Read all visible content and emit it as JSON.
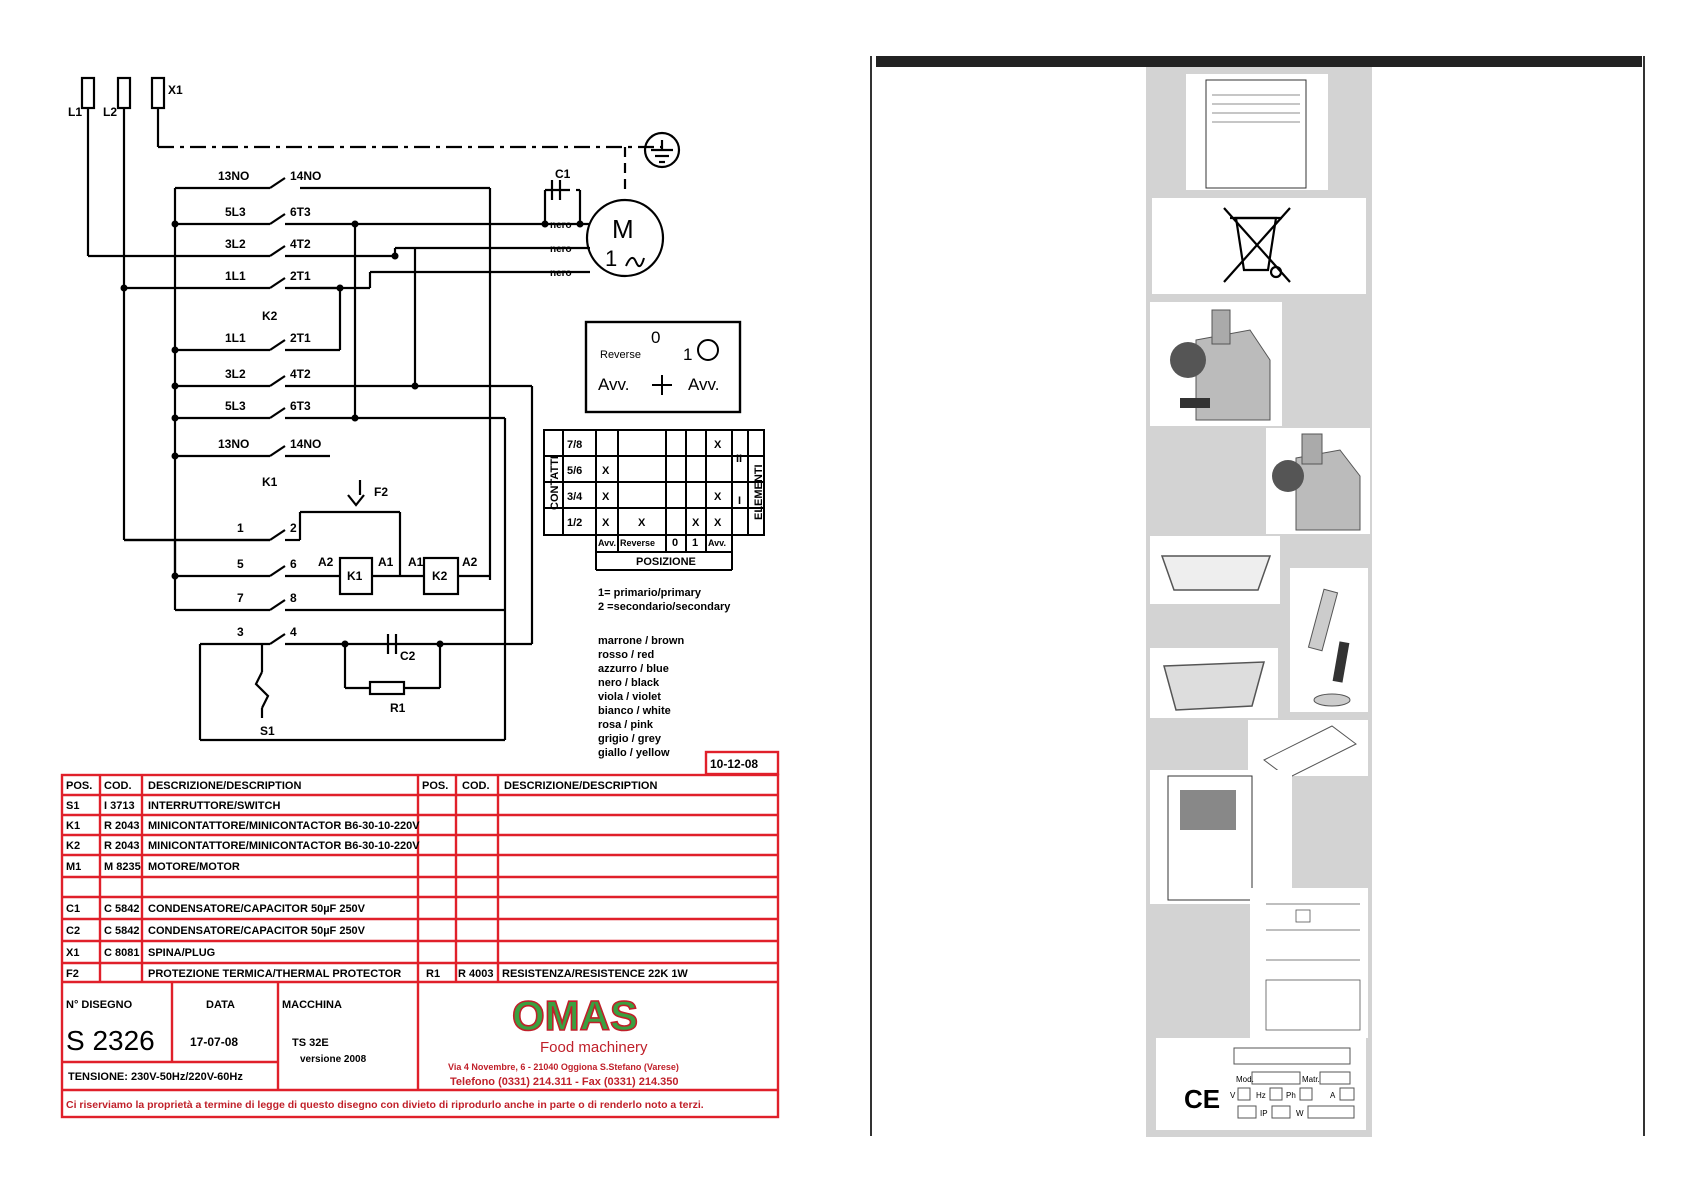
{
  "diagram": {
    "terminals": {
      "l1": "L1",
      "l2": "L2",
      "x1": "X1"
    },
    "contactor_k2": {
      "label": "K2",
      "contacts": [
        [
          "13NO",
          "14NO"
        ],
        [
          "5L3",
          "6T3"
        ],
        [
          "3L2",
          "4T2"
        ],
        [
          "1L1",
          "2T1"
        ]
      ]
    },
    "contactor_k1": {
      "label": "K1",
      "contacts": [
        [
          "1L1",
          "2T1"
        ],
        [
          "3L2",
          "4T2"
        ],
        [
          "5L3",
          "6T3"
        ],
        [
          "13NO",
          "14NO"
        ]
      ]
    },
    "motor": {
      "symbol": "M",
      "phase": "1",
      "wires": [
        "nero",
        "nero",
        "nero"
      ]
    },
    "capacitor_c1": "C1",
    "capacitor_c2": "C2",
    "resistor_r1": "R1",
    "switch_s1": "S1",
    "thermal_f2": "F2",
    "coil_k1": {
      "label": "K1",
      "a2": "A2",
      "a1": "A1"
    },
    "coil_k2": {
      "label": "K2",
      "a1": "A1",
      "a2": "A2"
    },
    "switch_contacts": [
      [
        "1",
        "2"
      ],
      [
        "5",
        "6"
      ],
      [
        "7",
        "8"
      ],
      [
        "3",
        "4"
      ]
    ],
    "selector": {
      "reverse": "Reverse",
      "zero": "0",
      "one": "1",
      "avv_left": "Avv.",
      "avv_right": "Avv."
    },
    "contact_table": {
      "side_left": "CONTATTI",
      "side_right": "ELEMENTI",
      "rows": [
        {
          "label": "7/8",
          "cells": [
            "",
            "",
            "",
            "",
            "X"
          ]
        },
        {
          "label": "5/6",
          "cells": [
            "X",
            "",
            "",
            "",
            ""
          ]
        },
        {
          "label": "3/4",
          "cells": [
            "X",
            "",
            "",
            "",
            "X"
          ]
        },
        {
          "label": "1/2",
          "cells": [
            "X",
            "X",
            "",
            "X",
            "X"
          ]
        }
      ],
      "element_labels": [
        "II",
        "I"
      ],
      "cols": [
        "Avv.",
        "Reverse",
        "0",
        "1",
        "Avv."
      ],
      "footer": "POSIZIONE"
    },
    "legend_primary": "1= primario/primary",
    "legend_secondary": "2 =secondario/secondary",
    "colors": [
      "marrone / brown",
      "rosso / red",
      "azzurro / blue",
      "nero / black",
      "viola / violet",
      "bianco / white",
      "rosa / pink",
      "grigio / grey",
      "giallo / yellow"
    ],
    "date_box": "10-12-08"
  },
  "parts_table": {
    "headers": [
      "POS.",
      "COD.",
      "DESCRIZIONE/DESCRIPTION",
      "POS.",
      "COD.",
      "DESCRIZIONE/DESCRIPTION"
    ],
    "rows": [
      [
        "S1",
        "I 3713",
        "INTERRUTTORE/SWITCH",
        "",
        "",
        ""
      ],
      [
        "K1",
        "R 2043",
        "MINICONTATTORE/MINICONTACTOR B6-30-10-220V",
        "",
        "",
        ""
      ],
      [
        "K2",
        "R 2043",
        "MINICONTATTORE/MINICONTACTOR B6-30-10-220V",
        "",
        "",
        ""
      ],
      [
        "M1",
        "M 8235",
        "MOTORE/MOTOR",
        "",
        "",
        ""
      ],
      [
        "",
        "",
        "",
        "",
        "",
        ""
      ],
      [
        "C1",
        "C 5842",
        "CONDENSATORE/CAPACITOR 50µF 250V",
        "",
        "",
        ""
      ],
      [
        "C2",
        "C 5842",
        "CONDENSATORE/CAPACITOR 50µF 250V",
        "",
        "",
        ""
      ],
      [
        "X1",
        "C 8081",
        "SPINA/PLUG",
        "",
        "",
        ""
      ],
      [
        "F2",
        "",
        "PROTEZIONE TERMICA/THERMAL PROTECTOR",
        "R1",
        "R 4003",
        "RESISTENZA/RESISTENCE 22K 1W"
      ]
    ]
  },
  "title_block": {
    "drawing_label": "N° DISEGNO",
    "drawing_number": "S 2326",
    "date_label": "DATA",
    "date_value": "17-07-08",
    "machine_label": "MACCHINA",
    "machine_value": "TS 32E",
    "machine_version": "versione 2008",
    "voltage": "TENSIONE: 230V-50Hz/220V-60Hz",
    "brand": "OMAS",
    "brand_sub": "Food machinery",
    "address": "Via 4 Novembre, 6 - 21040 Oggiona S.Stefano (Varese)",
    "phone": "Telefono (0331) 214.311 - Fax (0331) 214.350",
    "notice": "Ci riserviamo la proprietà a termine di legge di questo disegno con divieto di riprodurlo anche in parte o di renderlo noto a terzi."
  },
  "rating_plate": {
    "ce": "CE",
    "mod": "Mod.",
    "matr": "Matr.",
    "v": "V",
    "hz": "Hz",
    "ph": "Ph",
    "a": "A",
    "ip": "IP",
    "w": "W"
  }
}
